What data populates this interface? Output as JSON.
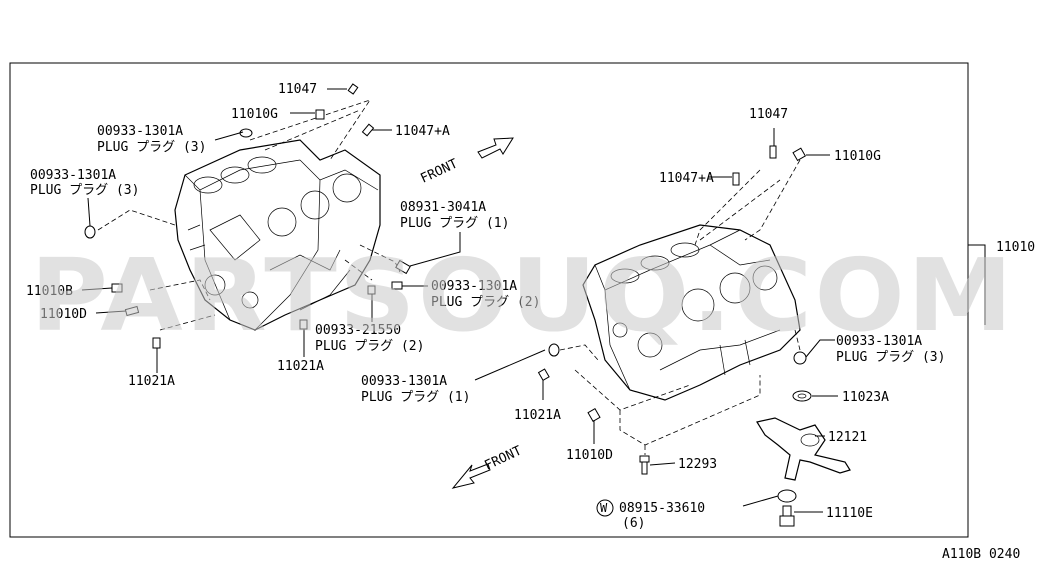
{
  "watermark": "PARTSOUQ.COM",
  "figure_code": "A110B 0240",
  "labels": {
    "l_11047_left": "11047",
    "l_11010G_left": "11010G",
    "l_11047A_left": "11047+A",
    "l_00933_1301A_tl": "00933-1301A",
    "l_plug3_tl": "PLUG プラグ (3)",
    "l_00933_1301A_ml": "00933-1301A",
    "l_plug3_ml": "PLUG プラグ (3)",
    "l_front_left": "FRONT",
    "l_08931": "08931-3041A",
    "l_plug1_08931": "PLUG プラグ (1)",
    "l_11010B": "11010B",
    "l_11010D_left": "11010D",
    "l_00933_1301A_mid": "00933-1301A",
    "l_plug2_mid": "PLUG プラグ (2)",
    "l_00933_21550": "00933-21550",
    "l_plug2_21550": "PLUG プラグ (2)",
    "l_11021A_left1": "11021A",
    "l_11021A_left2": "11021A",
    "l_11047_right": "11047",
    "l_11010G_right": "11010G",
    "l_11047A_right": "11047+A",
    "l_11010": "11010",
    "l_00933_1301A_r3": "00933-1301A",
    "l_plug3_r3": "PLUG プラグ (3)",
    "l_00933_1301A_r1": "00933-1301A",
    "l_plug1_r1": "PLUG プラグ (1)",
    "l_11021A_right": "11021A",
    "l_11010D_right": "11010D",
    "l_front_right": "FRONT",
    "l_11023A": "11023A",
    "l_12121": "12121",
    "l_12293": "12293",
    "l_w": "W",
    "l_08915": "08915-33610",
    "l_qty6": "(6)",
    "l_11110E": "11110E"
  },
  "colors": {
    "line": "#000000",
    "background": "#ffffff",
    "watermark": "#c8c8c8"
  }
}
